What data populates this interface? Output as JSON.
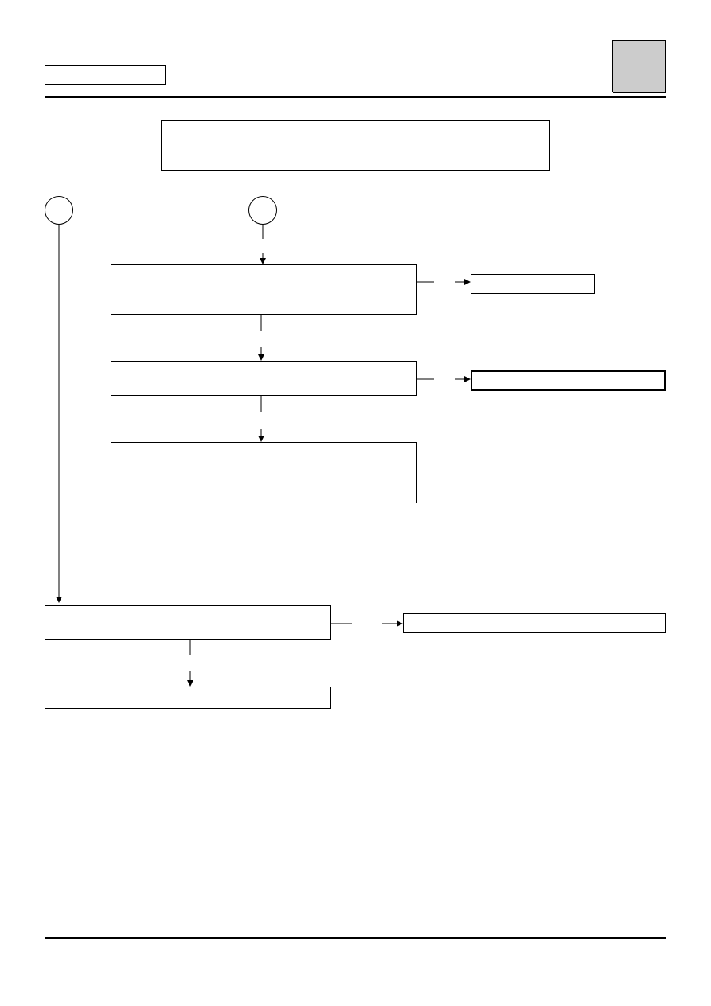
{
  "header": {
    "tag_label": "",
    "tab_label": ""
  },
  "title_box": {
    "text": ""
  },
  "connectors": {
    "left_label": "",
    "right_label": ""
  },
  "steps": [
    {
      "id": "step-1",
      "text": ""
    },
    {
      "id": "step-1-no",
      "text": ""
    },
    {
      "id": "step-2",
      "text": ""
    },
    {
      "id": "step-2-no",
      "text": ""
    },
    {
      "id": "step-3",
      "text": ""
    },
    {
      "id": "step-4",
      "text": ""
    },
    {
      "id": "step-4-no",
      "text": ""
    },
    {
      "id": "step-5",
      "text": ""
    }
  ],
  "footer": {
    "text": ""
  },
  "colors": {
    "line": "#000000",
    "tab_fill": "#cccccc",
    "background": "#ffffff"
  }
}
